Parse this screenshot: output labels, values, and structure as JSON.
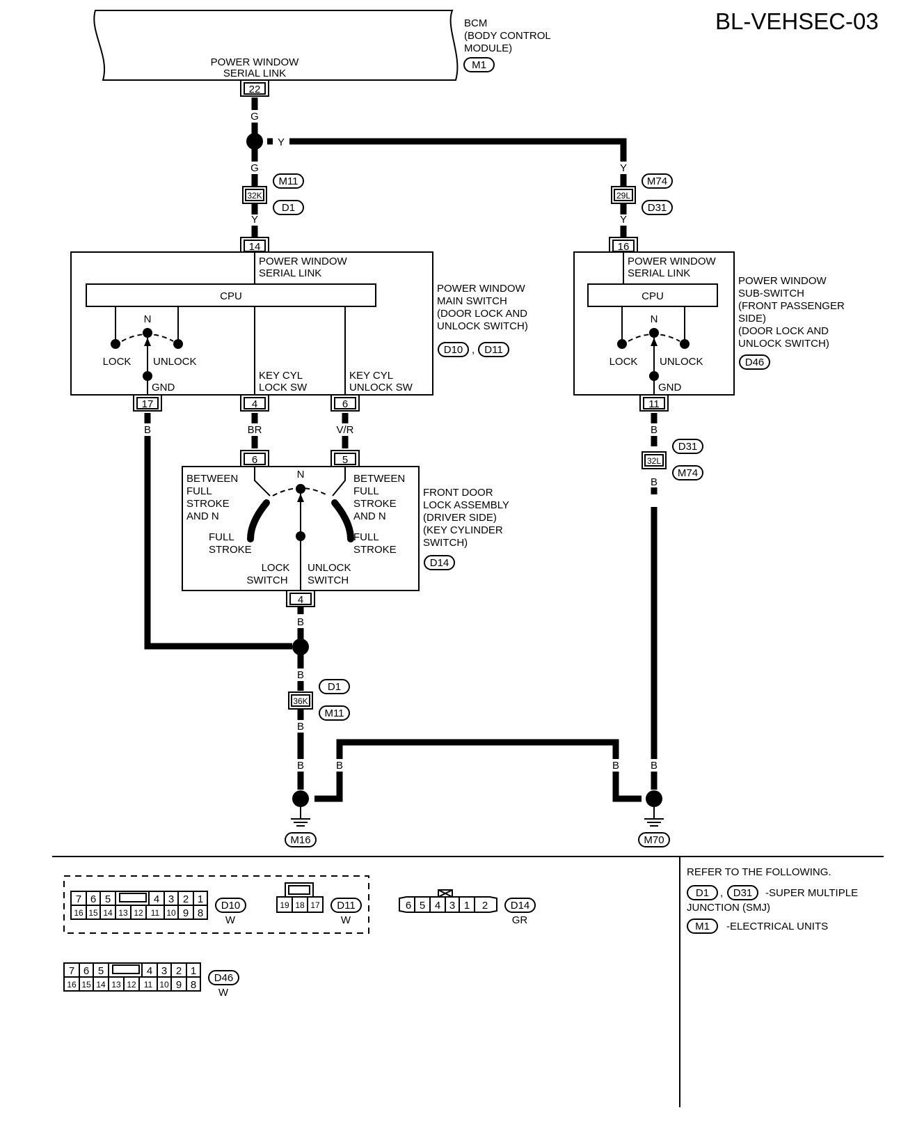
{
  "diagram_id": "BL-VEHSEC-03",
  "bcm": {
    "label": [
      "BCM",
      "(BODY CONTROL",
      " MODULE)"
    ],
    "ref": "M1",
    "terminal_label": [
      "POWER WINDOW",
      "SERIAL LINK"
    ],
    "pin": "22"
  },
  "wires": {
    "g": "G",
    "y": "Y",
    "b": "B",
    "br": "BR",
    "vr": "V/R"
  },
  "junctions": {
    "j1": {
      "pin": "32K",
      "refs": [
        "M11",
        "D1"
      ]
    },
    "j2": {
      "pin": "29L",
      "refs": [
        "M74",
        "D31"
      ]
    },
    "j3": {
      "pin": "32L",
      "refs": [
        "D31",
        "M74"
      ]
    },
    "j4": {
      "pin": "36K",
      "refs": [
        "D1",
        "M11"
      ]
    }
  },
  "main_switch": {
    "title": [
      "POWER WINDOW",
      "MAIN SWITCH",
      "(DOOR LOCK AND",
      " UNLOCK SWITCH)"
    ],
    "refs": [
      "D10",
      "D11"
    ],
    "ref_sep": ",",
    "link_label": [
      "POWER WINDOW",
      "SERIAL LINK"
    ],
    "cpu": "CPU",
    "n": "N",
    "lock": "LOCK",
    "unlock": "UNLOCK",
    "gnd": "GND",
    "key_lock": [
      "KEY CYL",
      "LOCK SW"
    ],
    "key_unlock": [
      "KEY CYL",
      "UNLOCK SW"
    ],
    "pins": {
      "top": "14",
      "gnd": "17",
      "lock": "4",
      "unlock": "6"
    }
  },
  "sub_switch": {
    "title": [
      "POWER WINDOW",
      "SUB-SWITCH",
      "(FRONT PASSENGER",
      " SIDE)",
      "(DOOR LOCK AND",
      " UNLOCK SWITCH)"
    ],
    "ref": "D46",
    "link_label": [
      "POWER WINDOW",
      "SERIAL LINK"
    ],
    "cpu": "CPU",
    "n": "N",
    "lock": "LOCK",
    "unlock": "UNLOCK",
    "gnd": "GND",
    "pins": {
      "top": "16",
      "gnd": "11"
    }
  },
  "door_lock": {
    "title": [
      "FRONT DOOR",
      "LOCK ASSEMBLY",
      "(DRIVER SIDE)",
      "(KEY CYLINDER",
      " SWITCH)"
    ],
    "ref": "D14",
    "n": "N",
    "between_l": [
      "BETWEEN",
      "FULL",
      "STROKE",
      "AND N"
    ],
    "between_r": [
      "BETWEEN",
      "FULL",
      "STROKE",
      "AND N"
    ],
    "full_l": [
      "FULL",
      "STROKE"
    ],
    "full_r": [
      "FULL",
      "STROKE"
    ],
    "lock_sw": [
      "LOCK",
      "SWITCH"
    ],
    "unlock_sw": [
      "UNLOCK",
      "SWITCH"
    ],
    "pins": {
      "a": "6",
      "b": "5",
      "bottom": "4"
    }
  },
  "grounds": {
    "left": "M16",
    "right": "M70"
  },
  "connectors": {
    "d10": {
      "top": [
        "7",
        "6",
        "5",
        "",
        "4",
        "3",
        "2",
        "1"
      ],
      "bottom": [
        "16",
        "15",
        "14",
        "13",
        "12",
        "11",
        "10",
        "9",
        "8"
      ],
      "ref": "D10",
      "color": "W"
    },
    "d11": {
      "pins": [
        "19",
        "18",
        "17"
      ],
      "ref": "D11",
      "color": "W"
    },
    "d14": {
      "pins": [
        "6",
        "5",
        "4",
        "3",
        "1",
        "2"
      ],
      "ref": "D14",
      "color": "GR"
    },
    "d46": {
      "top": [
        "7",
        "6",
        "5",
        "",
        "4",
        "3",
        "2",
        "1"
      ],
      "bottom": [
        "16",
        "15",
        "14",
        "13",
        "12",
        "11",
        "10",
        "9",
        "8"
      ],
      "ref": "D46",
      "color": "W"
    }
  },
  "legend": {
    "title": "REFER TO THE FOLLOWING.",
    "refs1": [
      "D1",
      "D31"
    ],
    "sep": ",",
    "desc1": "-SUPER MULTIPLE",
    "desc1b": "JUNCTION (SMJ)",
    "ref2": "M1",
    "desc2": "-ELECTRICAL UNITS"
  }
}
